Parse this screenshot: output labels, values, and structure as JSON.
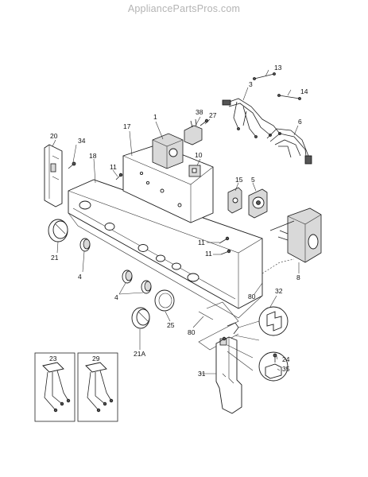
{
  "watermark": "AppliancePartsPros.com",
  "callouts": {
    "c1": "1",
    "c3": "3",
    "c4a": "4",
    "c4b": "4",
    "c5": "5",
    "c6": "6",
    "c8": "8",
    "c10": "10",
    "c11a": "11",
    "c11b": "11",
    "c11c": "11",
    "c13": "13",
    "c14": "14",
    "c15": "15",
    "c17": "17",
    "c18": "18",
    "c20": "20",
    "c21": "21",
    "c21a": "21A",
    "c23": "23",
    "c24": "24",
    "c25": "25",
    "c27": "27",
    "c29": "29",
    "c31": "31",
    "c32": "32",
    "c34": "34",
    "c35": "35",
    "c38": "38",
    "c80a": "80",
    "c80b": "80"
  }
}
